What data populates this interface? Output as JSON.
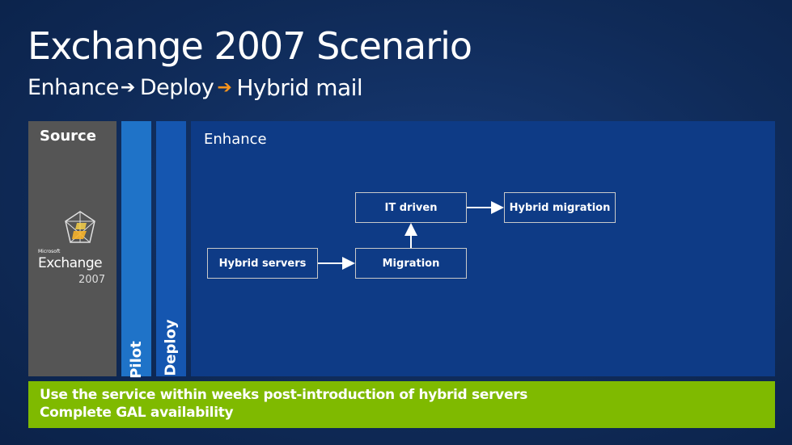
{
  "header": {
    "title": "Exchange 2007 Scenario",
    "steps": [
      "Enhance",
      "Deploy",
      "Hybrid mail"
    ]
  },
  "source": {
    "label": "Source",
    "logo": {
      "brand": "Microsoft",
      "product": "Exchange",
      "version": "2007"
    }
  },
  "phases": {
    "pilot": "Pilot",
    "deploy": "Deploy",
    "enhance": "Enhance"
  },
  "flow": {
    "nodes": {
      "hybrid_servers": "Hybrid servers",
      "migration": "Migration",
      "it_driven": "IT driven",
      "hybrid_migration": "Hybrid migration"
    }
  },
  "footer": {
    "lines": [
      "Use the service within weeks post-introduction of hybrid servers",
      "Complete GAL availability"
    ]
  },
  "colors": {
    "background": "#0f2a57",
    "source_panel": "#555555",
    "pilot": "#1f73c8",
    "deploy": "#1556b0",
    "enhance": "#0e3b86",
    "footer": "#7fba00",
    "arrow_accent": "#f7941d"
  }
}
